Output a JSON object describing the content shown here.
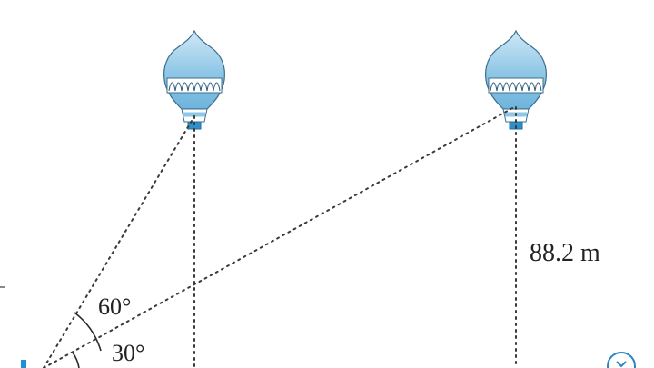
{
  "labels": {
    "height": "88.2 m",
    "angle_upper": "60°",
    "angle_lower": "30°"
  },
  "colors": {
    "balloon_top": "#b9dcef",
    "balloon_mid": "#8ec6e6",
    "balloon_basket": "#2f8fc9",
    "line": "#3a3a3a",
    "observer_marker": "#1e90d6",
    "badge": "#2a86c8"
  },
  "icons": [
    "hot-air-balloon-icon",
    "hot-air-balloon-icon"
  ]
}
